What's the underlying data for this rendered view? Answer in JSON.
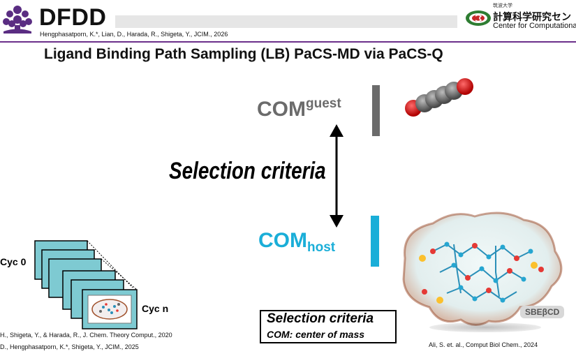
{
  "header": {
    "brand": "DFDD",
    "citation": "Hengphasatporn, K.*, Lian, D., Harada, R., Shigeta, Y., JCIM., 2026",
    "center_jp_small": "筑波大学",
    "center_jp": "計算科学研究セン",
    "center_en": "Center for Computational S"
  },
  "title": "Ligand Binding Path Sampling (LB) PaCS-MD via PaCS-Q",
  "labels": {
    "com_guest_main": "COM",
    "com_guest_sup": "guest",
    "com_host_main": "COM",
    "com_host_sub": "host",
    "selection_criteria": "Selection criteria",
    "cyc0": "Cyc 0",
    "cycn": "Cyc n",
    "badge": "SBEβCD"
  },
  "definition": {
    "title": "Selection criteria",
    "subtitle": "COM: center of mass"
  },
  "references": {
    "bottom_left_1": "H., Shigeta, Y., & Harada, R., J. Chem. Theory Comput., 2020",
    "bottom_left_2": "D., Hengphasatporn, K.*, Shigeta, Y., JCIM., 2025",
    "bottom_right": "Ali, S. et. al., Comput Biol Chem., 2024"
  },
  "colors": {
    "guest": "#6b6b6b",
    "host": "#1aaed8",
    "rule": "#6b2f8a",
    "logo": "#5a2d82"
  }
}
